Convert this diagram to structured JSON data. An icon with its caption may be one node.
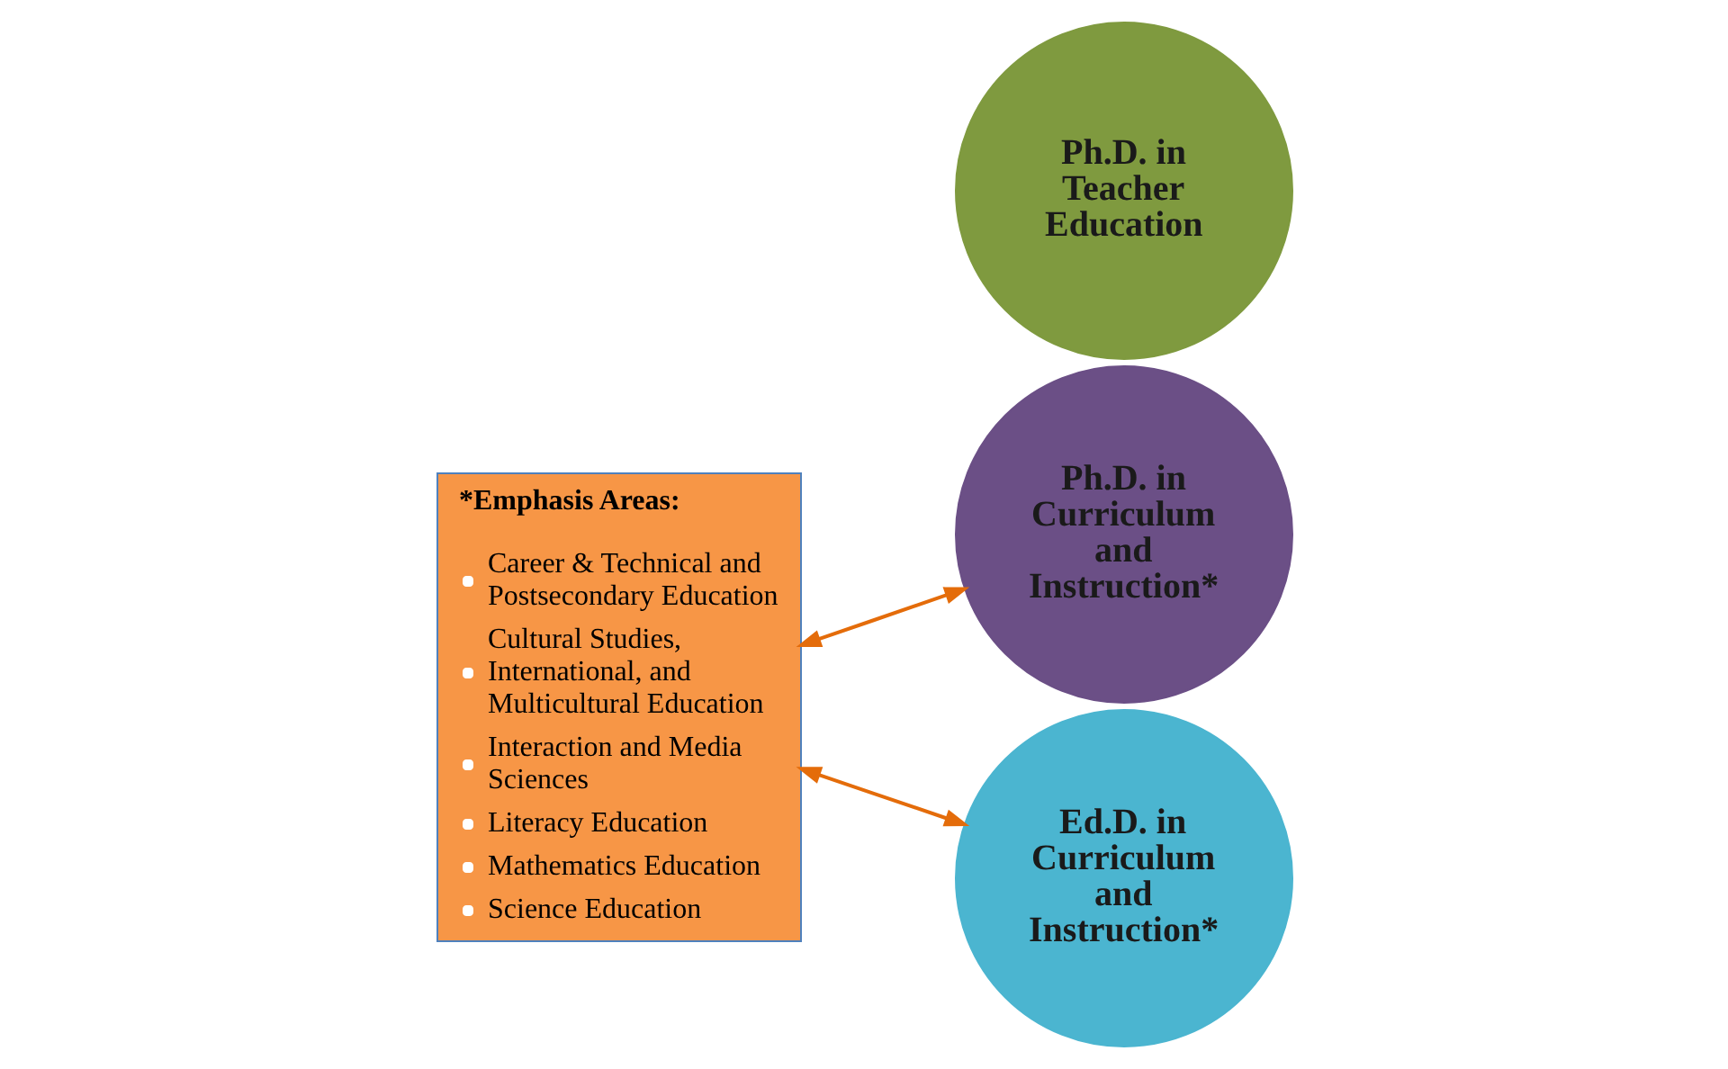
{
  "diagram": {
    "nodes": [
      {
        "text": [
          "*Emphasis Areas:",
          "Career & Technical and Postsecondary Education",
          "Cultural Studies, International, and Multicultural Education",
          "Interaction and Media Sciences",
          "Literacy Education",
          "Mathematics Education",
          "Science Education"
        ]
      },
      {
        "text": [
          "Ph.D. in Curriculum and Instruction*"
        ]
      },
      {
        "text": [
          "Ph.D. in Teacher Education"
        ]
      },
      {
        "text": [
          "Ed.D. in Curriculum and Instruction*"
        ]
      }
    ],
    "edges": [
      {
        "from": 0,
        "to": 1,
        "arrow": "both"
      },
      {
        "from": 0,
        "to": 3,
        "arrow": "both"
      }
    ]
  }
}
